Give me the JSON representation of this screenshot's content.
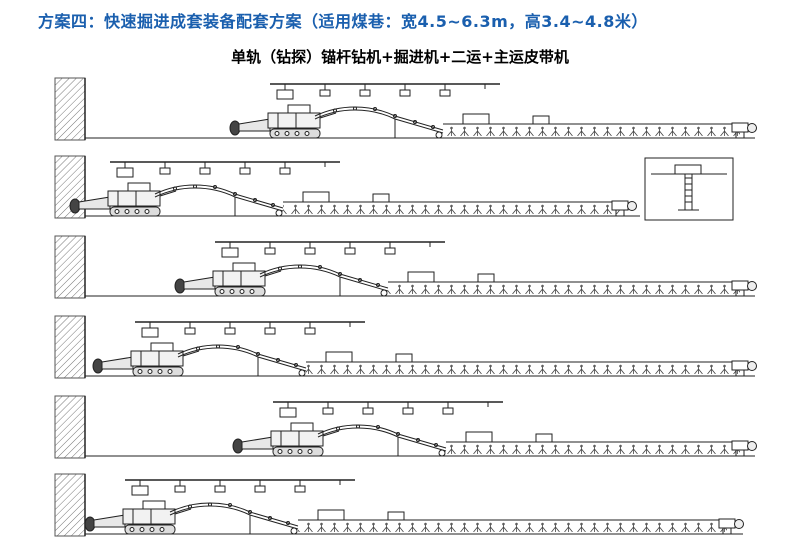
{
  "header": {
    "title": "方案四：快速掘进成套装备配套方案（适用煤巷：宽4.5~6.3m，高3.4~4.8米）",
    "title_color": "#1a5fae"
  },
  "subtitle": "单轨（钻探）锚杆钻机+掘进机+二运+主运皮带机",
  "diagram": {
    "row_count": 6,
    "row_content": "tunnel face with roadheader, bridge conveyor, belt conveyor and monorail drill rig",
    "inset": "detail drawing of monorail hoist (row 2, right side)"
  }
}
